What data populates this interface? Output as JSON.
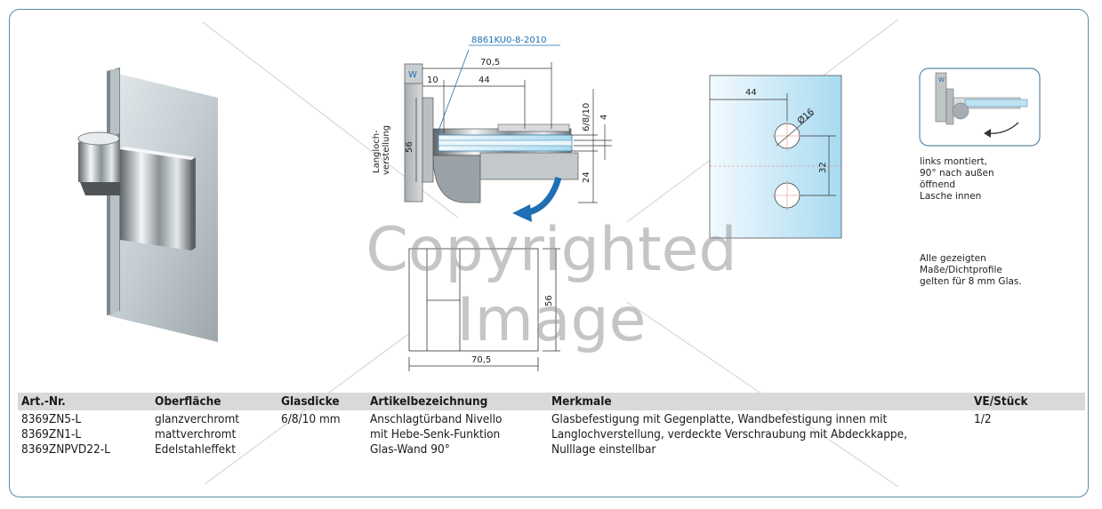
{
  "watermark": "Copyrighted Image",
  "drawing_labels": {
    "part_number": "8861KU0-8-2010",
    "w_label": "W",
    "dim_70_5_top": "70,5",
    "dim_10": "10",
    "dim_44": "44",
    "dim_6_8_10": "6/8/10",
    "dim_4": "4",
    "dim_56": "56",
    "dim_24": "24",
    "slot_label_1": "Langloch-",
    "slot_label_2": "verstellung",
    "glass_44": "44",
    "glass_dia": "Ø16",
    "glass_32": "32",
    "bottom_56": "56",
    "bottom_70_5": "70,5"
  },
  "notes": {
    "mount_lines": [
      "links montiert,",
      "90° nach außen",
      "öffnend",
      "Lasche innen"
    ],
    "glass_lines": [
      "Alle gezeigten",
      "Maße/Dichtprofile",
      "gelten für 8 mm Glas."
    ]
  },
  "table": {
    "headers": {
      "art": "Art.-Nr.",
      "surface": "Oberfläche",
      "glass": "Glasdicke",
      "name": "Artikelbezeichnung",
      "features": "Merkmale",
      "ve": "VE/Stück"
    },
    "art": [
      "8369ZN5-L",
      "8369ZN1-L",
      "8369ZNPVD22-L"
    ],
    "surface": [
      "glanzverchromt",
      "mattverchromt",
      "Edelstahleffekt"
    ],
    "glass": [
      "6/8/10 mm"
    ],
    "name": [
      "Anschlagtürband Nivello",
      "mit Hebe-Senk-Funktion",
      "Glas-Wand 90°"
    ],
    "features": [
      "Glasbefestigung mit Gegenplatte, Wandbefestigung innen mit",
      "Langlochverstellung, verdeckte Verschraubung mit Abdeckkappe,",
      "Nulllage einstellbar"
    ],
    "ve": [
      "1/2"
    ]
  },
  "colors": {
    "frame": "#5b8aa6",
    "header_bg": "#d9d9d9",
    "glass_blue": "#bfe3f3",
    "arrow_blue": "#1e6fb3"
  }
}
